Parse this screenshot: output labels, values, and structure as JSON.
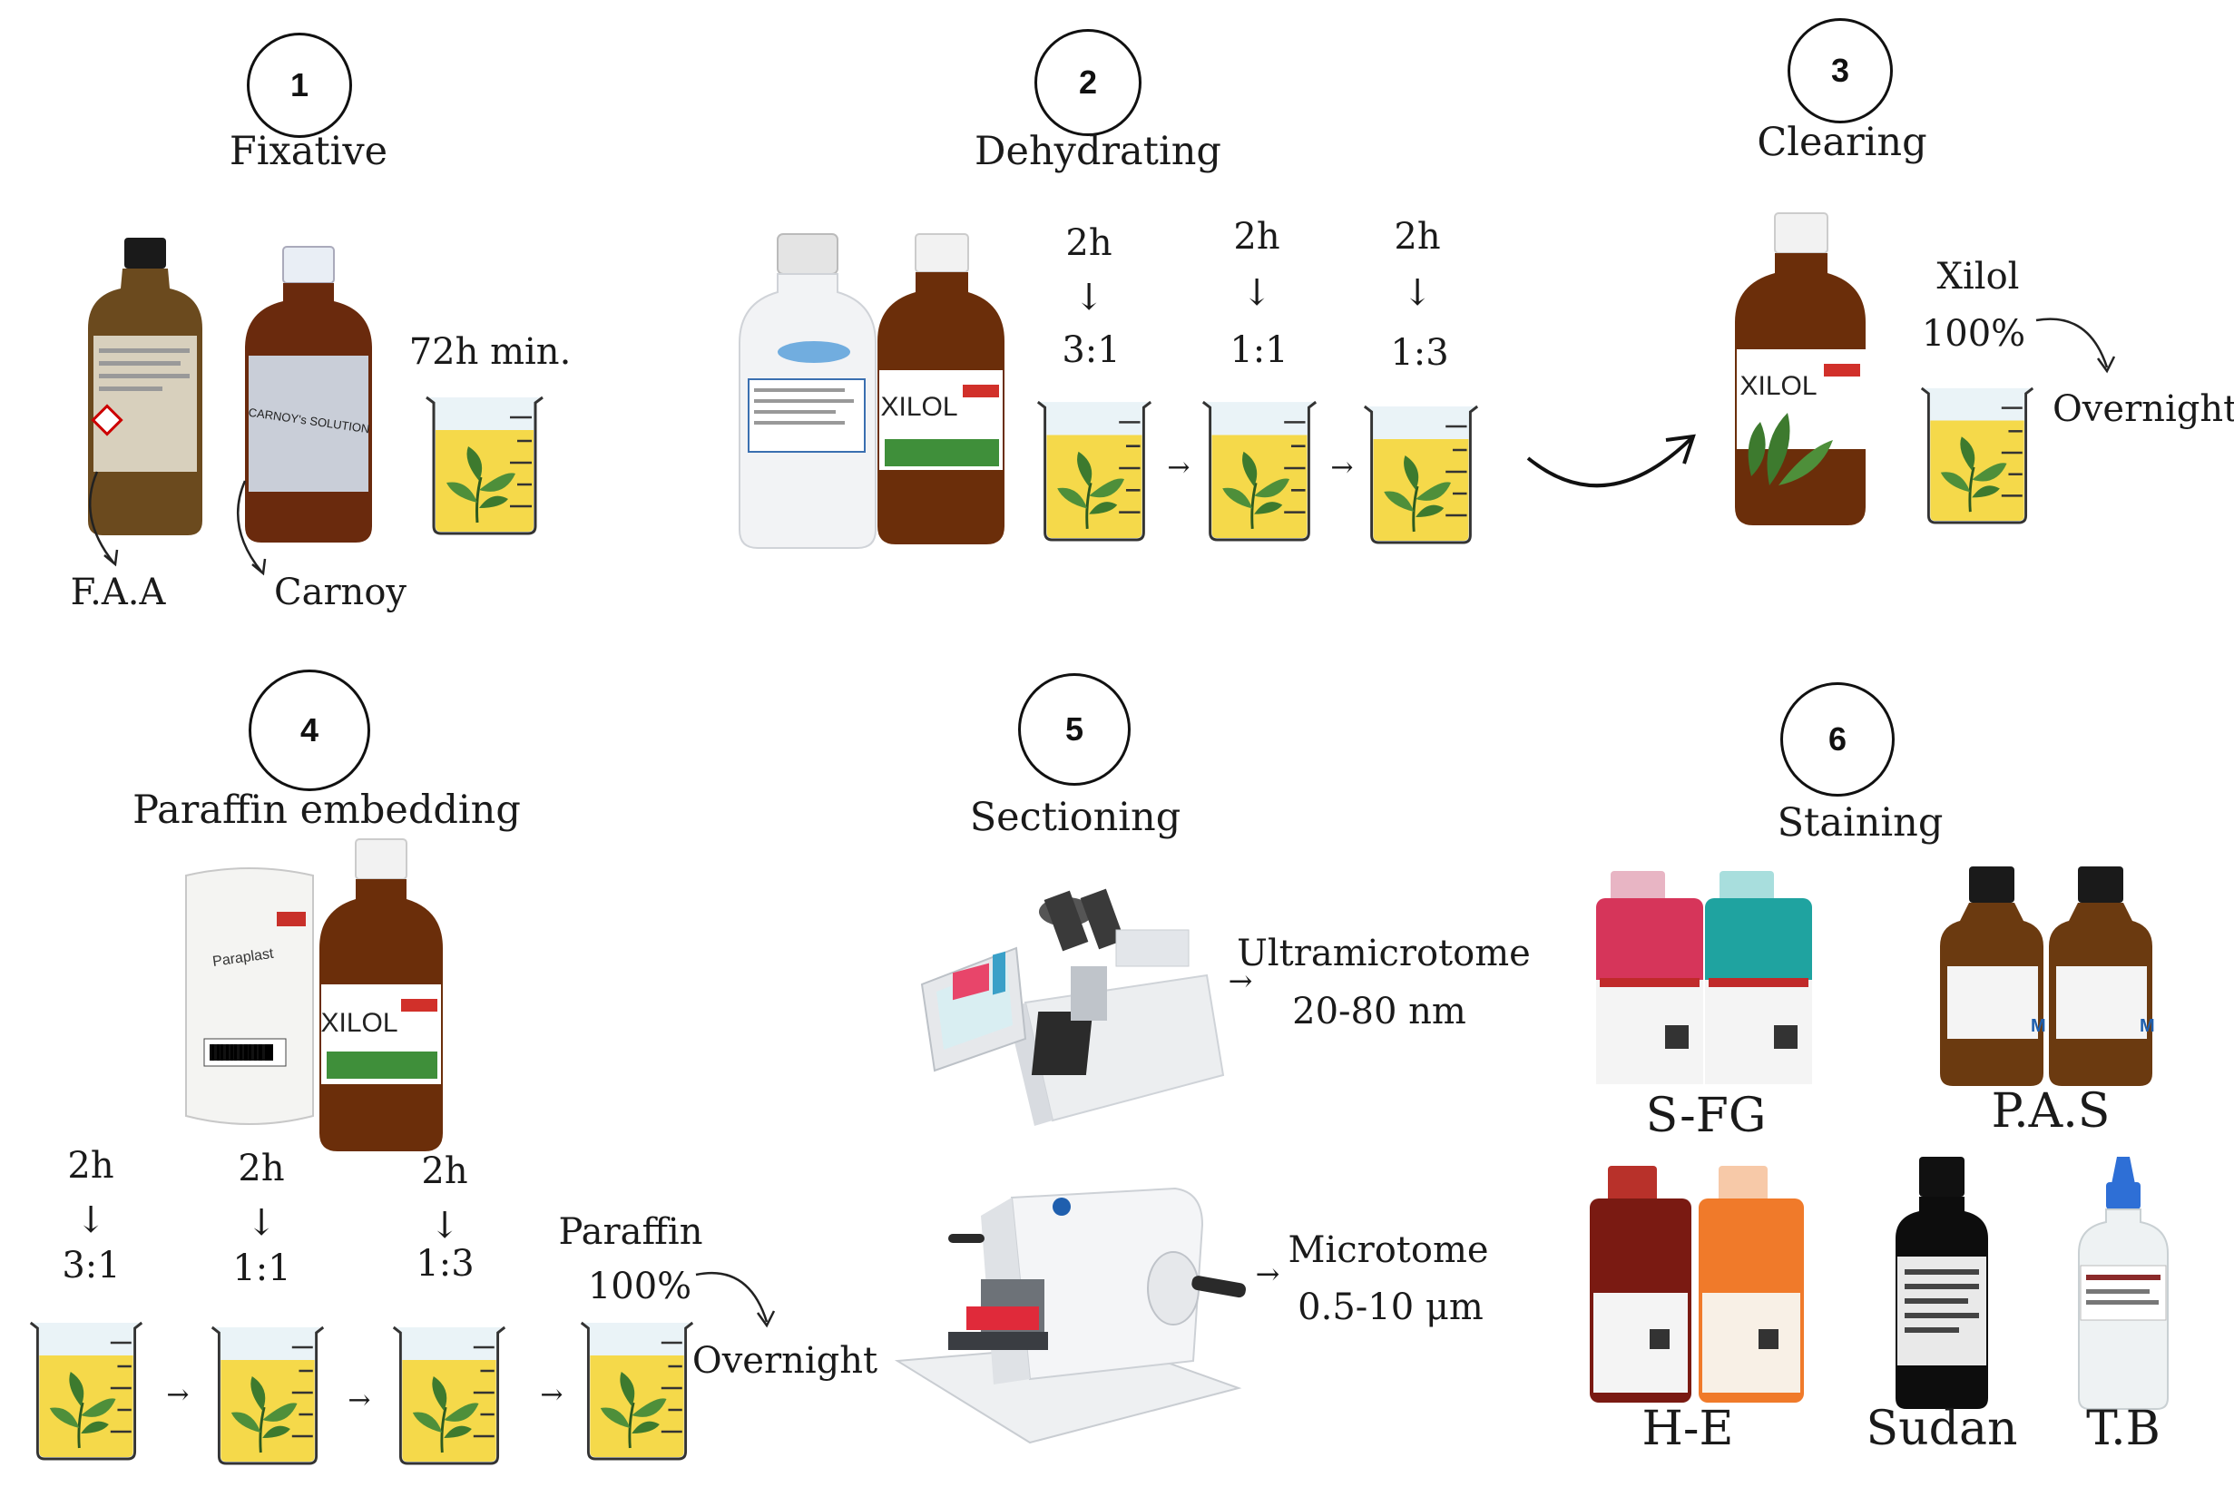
{
  "steps": [
    {
      "number": "1",
      "title": "Fixative"
    },
    {
      "number": "2",
      "title": "Dehydrating"
    },
    {
      "number": "3",
      "title": "Clearing"
    },
    {
      "number": "4",
      "title": "Paraffin embedding"
    },
    {
      "number": "5",
      "title": "Sectioning"
    },
    {
      "number": "6",
      "title": "Staining"
    }
  ],
  "fixative": {
    "time": "72h min.",
    "faa": "F.A.A",
    "carnoy": "Carnoy",
    "carnoy_label": "CARNOY's SOLUTION"
  },
  "dehydrating": {
    "bottle_label": "XILOL",
    "stages": [
      {
        "time": "2h",
        "ratio": "3:1"
      },
      {
        "time": "2h",
        "ratio": "1:1"
      },
      {
        "time": "2h",
        "ratio": "1:3"
      }
    ]
  },
  "clearing": {
    "reagent": "Xilol",
    "percent": "100%",
    "duration": "Overnight",
    "bottle_label": "XILOL"
  },
  "embedding": {
    "bottle_label": "XILOL",
    "bag_label": "Paraplast",
    "stages": [
      {
        "time": "2h",
        "ratio": "3:1"
      },
      {
        "time": "2h",
        "ratio": "1:1"
      },
      {
        "time": "2h",
        "ratio": "1:3"
      }
    ],
    "reagent": "Paraffin",
    "percent": "100%",
    "duration": "Overnight"
  },
  "sectioning": {
    "ultra_name": "Ultramicrotome",
    "ultra_range": "20-80 nm",
    "micro_name": "Microtome",
    "micro_range": "0.5-10 μm"
  },
  "staining": {
    "sfg": "S-FG",
    "pas": "P.A.S",
    "he": "H-E",
    "sudan": "Sudan",
    "tb": "T.B"
  },
  "colors": {
    "amber": "#6b2e0a",
    "solution": "#f5d94a",
    "leaf": "#3d7a2e",
    "stain_red": "#d6355a",
    "stain_teal": "#1fa3a0",
    "stain_orange": "#f07a2a"
  }
}
